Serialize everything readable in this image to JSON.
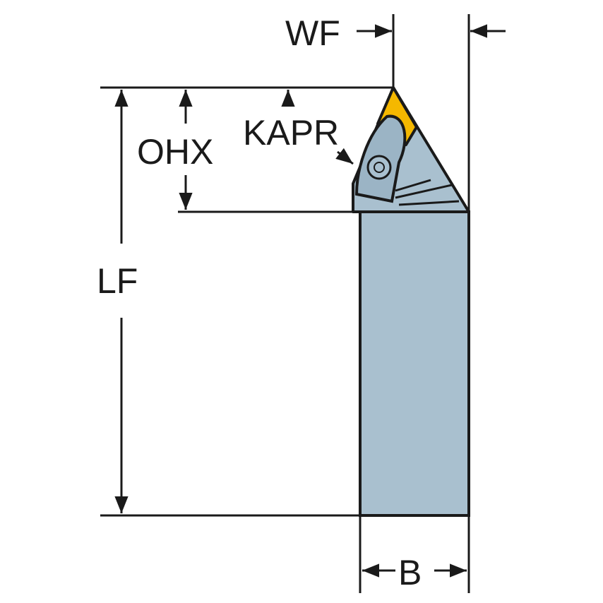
{
  "labels": {
    "wf": "WF",
    "kapr": "KAPR",
    "ohx": "OHX",
    "lf": "LF",
    "b": "B"
  },
  "colors": {
    "holder": "#a9c0cf",
    "insert": "#f5b800",
    "outline": "#1a1a1a"
  }
}
